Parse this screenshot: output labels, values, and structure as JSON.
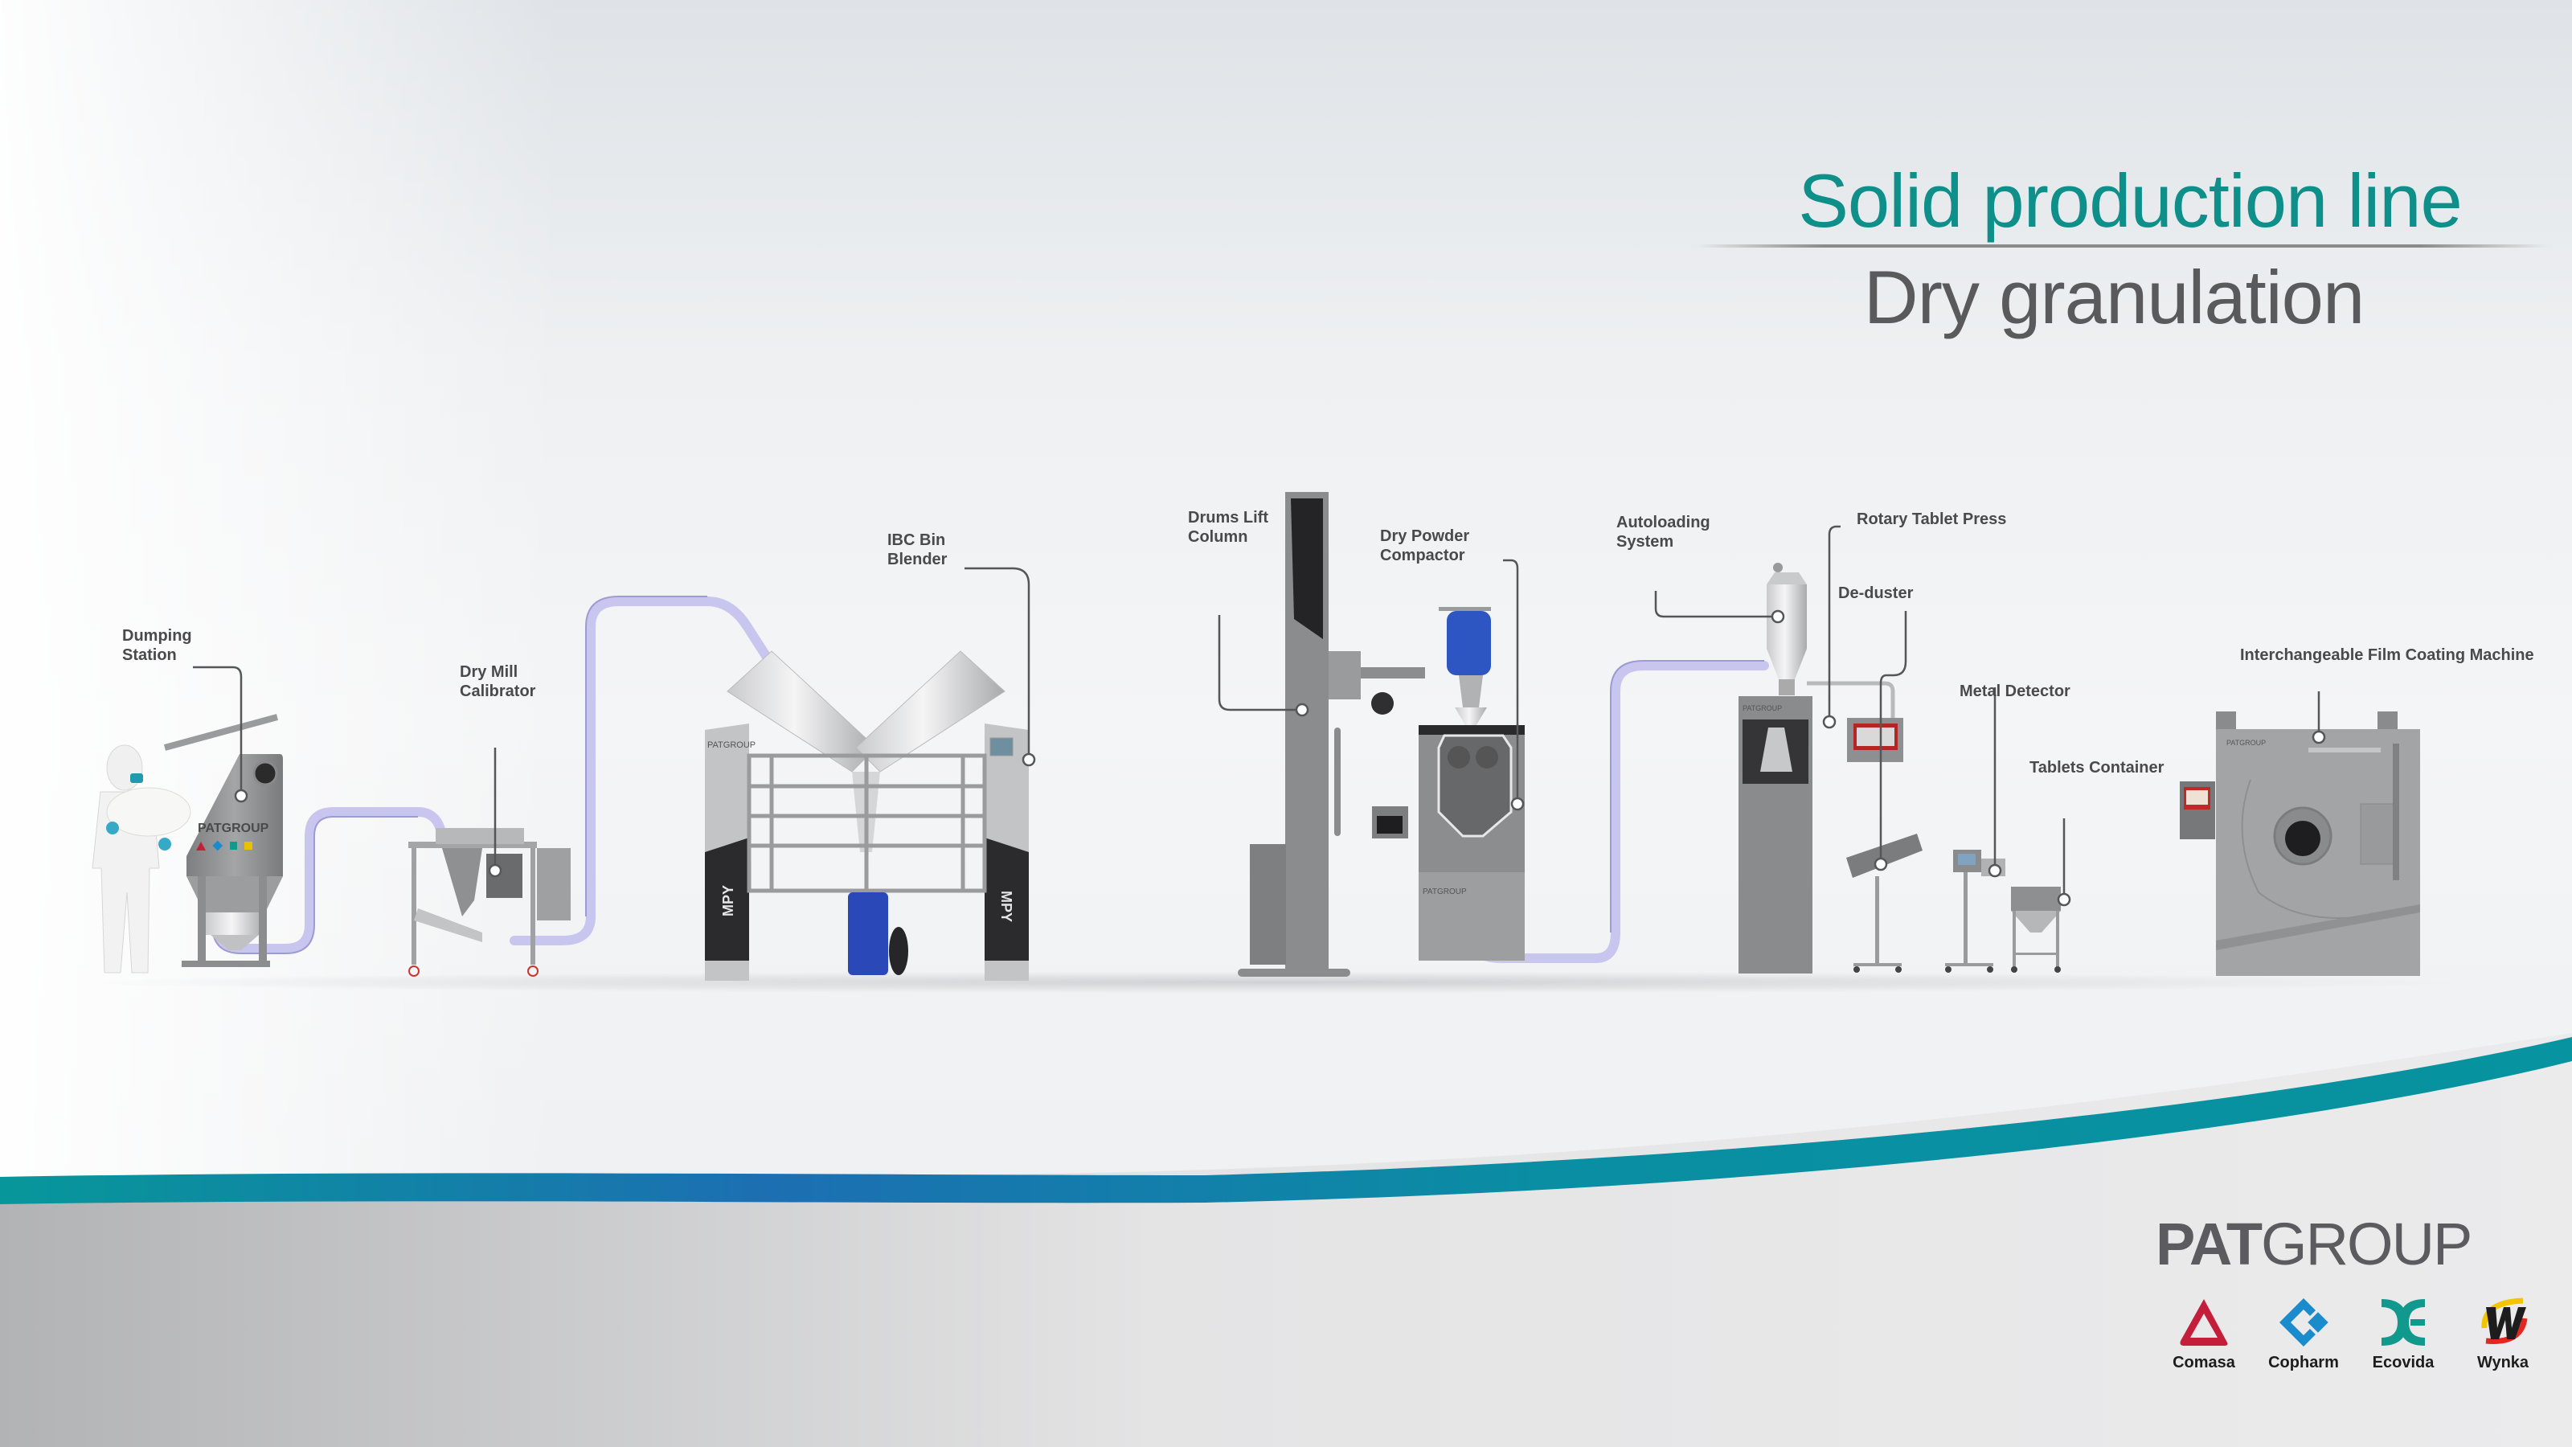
{
  "header": {
    "title": "Solid production line",
    "subtitle": "Dry granulation"
  },
  "colors": {
    "title_teal": "#0e8f8a",
    "subtitle_gray": "#5a5a5c",
    "wave_teal": "#06939f",
    "wave_blue": "#1c6fb2",
    "tube_lilac": "#c5c3ec",
    "machine_gray": "#8d8e90"
  },
  "equipment": [
    {
      "id": "dumping-station",
      "label": "Dumping\nStation"
    },
    {
      "id": "dry-mill-calibrator",
      "label": "Dry Mill\nCalibrator"
    },
    {
      "id": "ibc-bin-blender",
      "label": "IBC Bin\nBlender"
    },
    {
      "id": "drums-lift-column",
      "label": "Drums Lift\nColumn"
    },
    {
      "id": "dry-powder-compactor",
      "label": "Dry Powder\nCompactor"
    },
    {
      "id": "autoloading-system",
      "label": "Autoloading\nSystem"
    },
    {
      "id": "rotary-tablet-press",
      "label": "Rotary Tablet Press"
    },
    {
      "id": "de-duster",
      "label": "De-duster"
    },
    {
      "id": "metal-detector",
      "label": "Metal Detector"
    },
    {
      "id": "tablets-container",
      "label": "Tablets Container"
    },
    {
      "id": "film-coating-machine",
      "label": "Interchangeable Film Coating Machine"
    }
  ],
  "machine_markings": {
    "blender_side_text": "MPY",
    "machine_brand": "PATGROUP"
  },
  "footer": {
    "logo_bold": "PAT",
    "logo_light": "GROUP",
    "brands": [
      {
        "name": "Comasa",
        "color": "#c41e3a",
        "icon": "triangle-icon"
      },
      {
        "name": "Copharm",
        "color": "#1a8ccc",
        "icon": "diamond-icon"
      },
      {
        "name": "Ecovida",
        "color": "#12998e",
        "icon": "dx-icon"
      },
      {
        "name": "Wynka",
        "color": "#1d1d1d",
        "icon": "w-icon"
      }
    ]
  }
}
